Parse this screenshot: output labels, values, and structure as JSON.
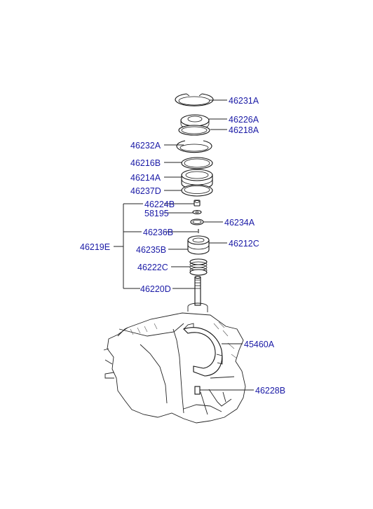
{
  "labels": {
    "p46231A": "46231A",
    "p46226A": "46226A",
    "p46218A": "46218A",
    "p46232A": "46232A",
    "p46216B": "46216B",
    "p46214A": "46214A",
    "p46237D": "46237D",
    "p46224B": "46224B",
    "p58195": "58195",
    "p46234A": "46234A",
    "p46236B": "46236B",
    "p46219E": "46219E",
    "p46212C": "46212C",
    "p46235B": "46235B",
    "p46222C": "46222C",
    "p46220D": "46220D",
    "p45460A": "45460A",
    "p46228B": "46228B"
  },
  "colors": {
    "label_text": "#1a1aa6",
    "line_art": "#111111",
    "background": "#ffffff"
  }
}
